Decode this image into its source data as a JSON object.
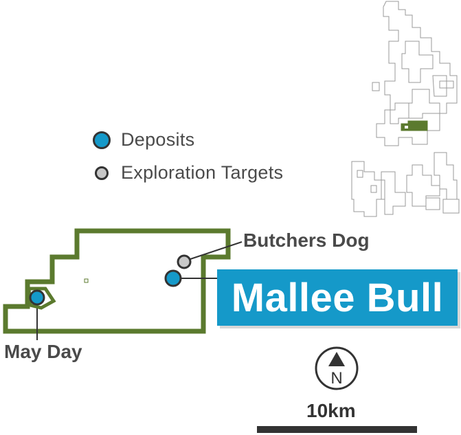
{
  "legend": {
    "deposits_label": "Deposits",
    "targets_label": "Exploration Targets"
  },
  "labels": {
    "butchers_dog": "Butchers Dog",
    "may_day": "May Day",
    "mallee_bull": "Mallee Bull"
  },
  "north_arrow": {
    "letter": "N"
  },
  "scale": {
    "label": "10km"
  },
  "colors": {
    "tenement_outline": "#5b7a2e",
    "deposit_fill": "#1599c9",
    "target_fill": "#c8c8c8",
    "title_background": "#1599c9",
    "text_dark": "#4a4a4a"
  }
}
